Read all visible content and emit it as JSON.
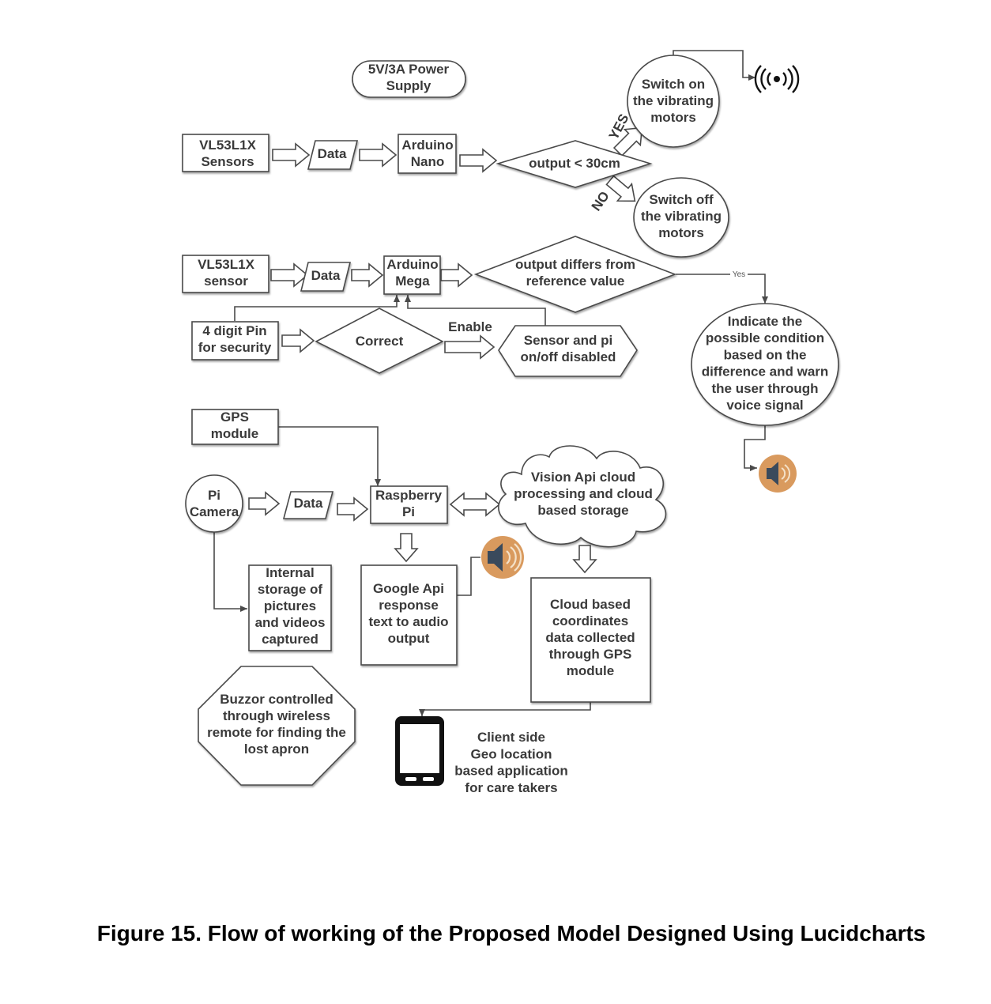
{
  "caption": "Figure 15. Flow of working of the Proposed Model Designed Using Lucidcharts",
  "nodes": {
    "power_supply": [
      "5V/3A Power",
      "Supply"
    ],
    "vl53l1x_sensors": [
      "VL53L1X",
      "Sensors"
    ],
    "data_1": [
      "Data"
    ],
    "arduino_nano": [
      "Arduino",
      "Nano"
    ],
    "output_30cm": [
      "output < 30cm"
    ],
    "switch_on": [
      "Switch on",
      "the vibrating",
      "motors"
    ],
    "switch_off": [
      "Switch off",
      "the vibrating",
      "motors"
    ],
    "vl53l1x_sensor": [
      "VL53L1X",
      "sensor"
    ],
    "data_2": [
      "Data"
    ],
    "arduino_mega": [
      "Arduino",
      "Mega"
    ],
    "output_differs": [
      "output differs from",
      "reference value"
    ],
    "indicate": [
      "Indicate the",
      "possible condition",
      "based on the",
      "difference and warn",
      "the user through",
      "voice signal"
    ],
    "pin": [
      "4 digit Pin",
      "for security"
    ],
    "correct": [
      "Correct"
    ],
    "sensor_pi": [
      "Sensor and pi",
      "on/off disabled"
    ],
    "gps": [
      "GPS",
      "module"
    ],
    "pi_camera": [
      "Pi",
      "Camera"
    ],
    "data_3": [
      "Data"
    ],
    "raspberry_pi": [
      "Raspberry",
      "Pi"
    ],
    "vision_cloud": [
      "Vision Api cloud",
      "processing and cloud",
      "based storage"
    ],
    "internal_storage": [
      "Internal",
      "storage of",
      "pictures",
      "and videos",
      "captured"
    ],
    "google_api": [
      "Google Api",
      "response",
      "text to audio",
      "output"
    ],
    "cloud_coords": [
      "Cloud based",
      "coordinates",
      "data collected",
      "through GPS",
      "module"
    ],
    "buzzer": [
      "Buzzor controlled",
      "through wireless",
      "remote for finding the",
      "lost apron"
    ],
    "client_app": [
      "Client side",
      "Geo location",
      "based application",
      "for care takers"
    ]
  },
  "edge_labels": {
    "yes_upper": "YES",
    "no_upper": "NO",
    "yes_small": "Yes",
    "enable": "Enable"
  },
  "icons": {
    "vibration": "vibration-icon",
    "speaker": "speaker-icon",
    "phone": "smartphone-icon"
  },
  "colors": {
    "stroke": "#4a4a4a",
    "text": "#3a3a3a",
    "speaker_bg": "#d99a5e",
    "speaker_fg": "#3a4a5c"
  }
}
